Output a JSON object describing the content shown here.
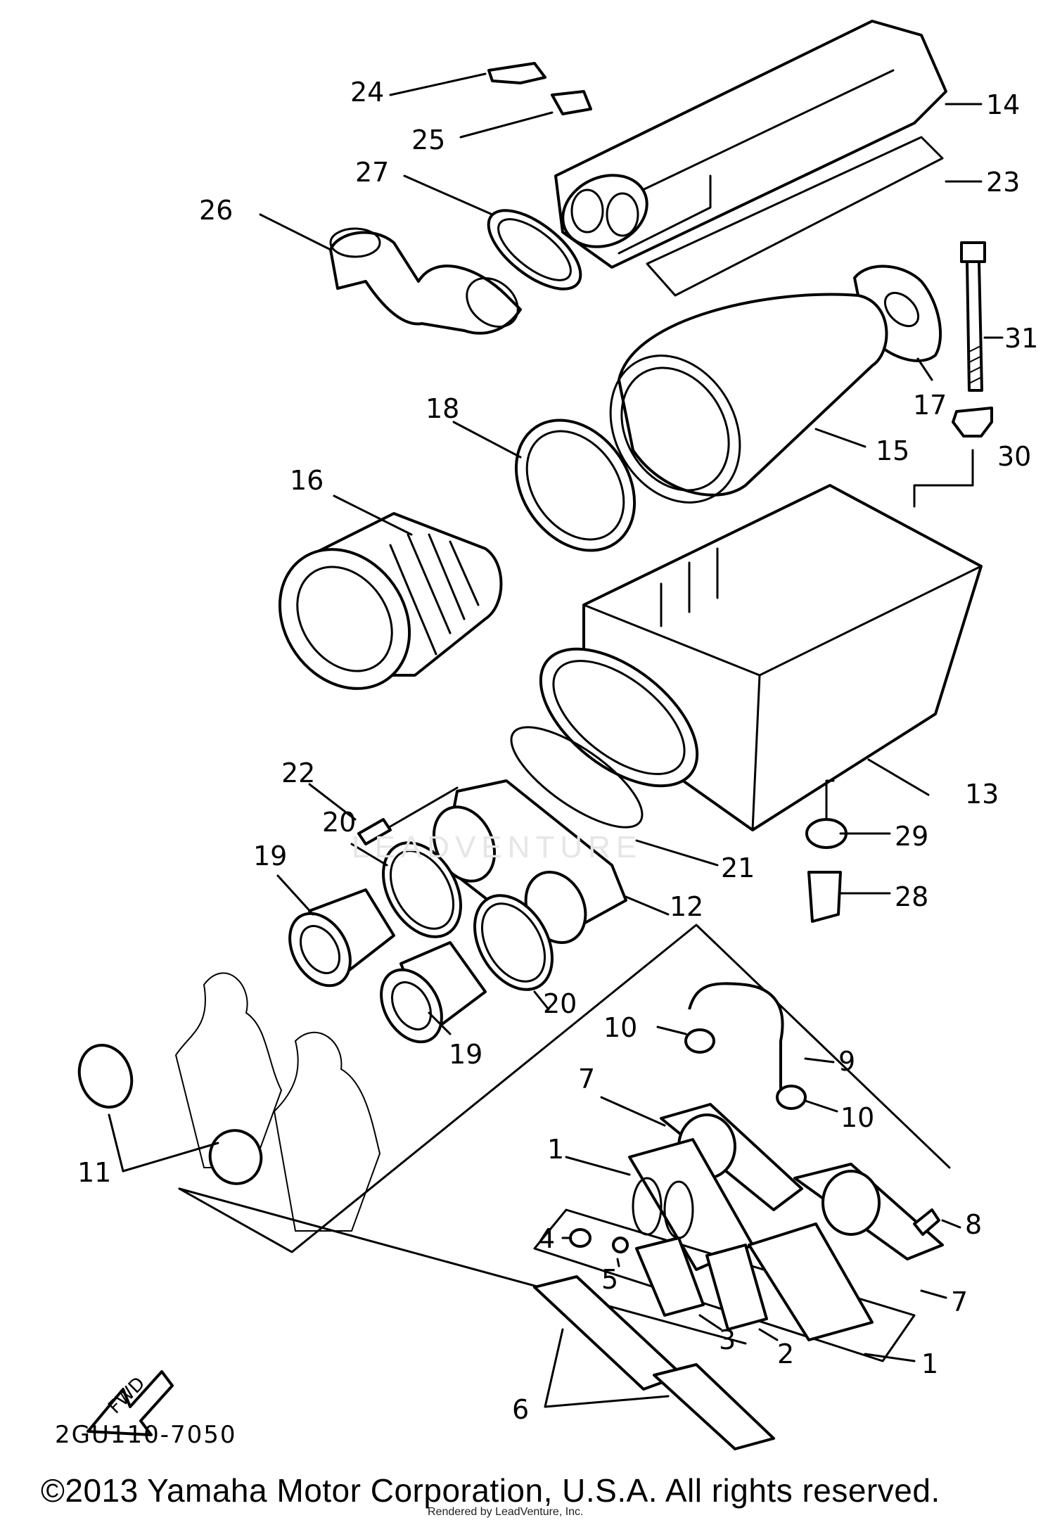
{
  "diagram": {
    "drawing_code": "2GU110-7050",
    "copyright": "©2013 Yamaha Motor Corporation, U.S.A. All rights reserved.",
    "rendered_by": "Rendered by LeadVenture, Inc.",
    "watermark": "LEADVENTURE",
    "fwd_label": "FWD",
    "callouts": [
      "24",
      "25",
      "27",
      "26",
      "14",
      "23",
      "31",
      "17",
      "18",
      "15",
      "30",
      "16",
      "22",
      "13",
      "20",
      "21",
      "29",
      "19",
      "12",
      "28",
      "20",
      "10",
      "9",
      "7",
      "10",
      "19",
      "11",
      "1",
      "8",
      "4",
      "5",
      "7",
      "3",
      "2",
      "1",
      "6"
    ]
  }
}
